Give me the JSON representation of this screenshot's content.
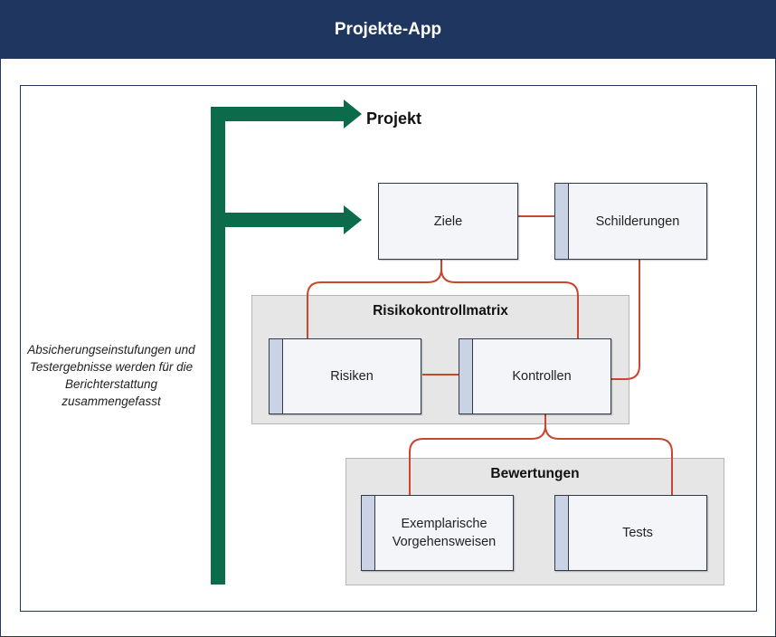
{
  "header": {
    "title": "Projekte-App"
  },
  "diagram": {
    "projekt_label": "Projekt",
    "note": "Absicherungseinstufungen und Testergebnisse werden für die Berichterstattung zusammengefasst",
    "boxes": {
      "ziele": "Ziele",
      "schilderungen": "Schilderungen",
      "risiken": "Risiken",
      "kontrollen": "Kontrollen",
      "vorgehensweisen": "Exemplarische Vorgehensweisen",
      "tests": "Tests"
    },
    "groups": {
      "risikokontrollmatrix": "Risikokontrollmatrix",
      "bewertungen": "Bewertungen"
    },
    "colors": {
      "header": "#1f3760",
      "arrow": "#0b6b4a",
      "connector": "#c8472e",
      "group_fill": "#e7e6e6",
      "box_fill": "#f3f5f9",
      "tab_fill": "#c9d3e5"
    }
  }
}
